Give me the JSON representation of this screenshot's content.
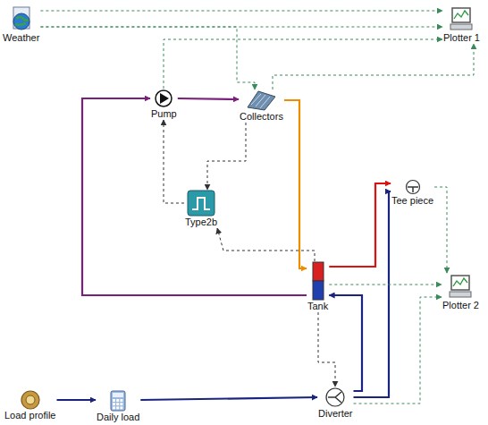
{
  "diagram": {
    "nodes": [
      {
        "text": [
          "Weather"
        ]
      },
      {
        "text": [
          "Plotter 1"
        ]
      },
      {
        "text": [
          "Pump"
        ]
      },
      {
        "text": [
          "Collectors"
        ]
      },
      {
        "text": [
          "Type2b"
        ]
      },
      {
        "text": [
          "Tank"
        ]
      },
      {
        "text": [
          "Tee piece"
        ]
      },
      {
        "text": [
          "Plotter 2"
        ]
      },
      {
        "text": [
          "Load profile"
        ]
      },
      {
        "text": [
          "Daily load"
        ]
      },
      {
        "text": [
          "Diverter"
        ]
      }
    ],
    "edges": [
      {
        "from": 0,
        "to": 1,
        "arrow": "to"
      },
      {
        "from": 0,
        "to": 1,
        "arrow": "to"
      },
      {
        "from": 0,
        "to": 3,
        "arrow": "to"
      },
      {
        "from": 3,
        "to": 1,
        "arrow": "to"
      },
      {
        "from": 2,
        "to": 1,
        "arrow": "to"
      },
      {
        "from": 2,
        "to": 3,
        "arrow": "to"
      },
      {
        "from": 3,
        "to": 5,
        "arrow": "to"
      },
      {
        "from": 5,
        "to": 2,
        "arrow": "to"
      },
      {
        "from": 4,
        "to": 2,
        "arrow": "to"
      },
      {
        "from": 3,
        "to": 4,
        "arrow": "to"
      },
      {
        "from": 5,
        "to": 4,
        "arrow": "to"
      },
      {
        "from": 5,
        "to": 6,
        "arrow": "to"
      },
      {
        "from": 10,
        "to": 6,
        "arrow": "to"
      },
      {
        "from": 10,
        "to": 5,
        "arrow": "to"
      },
      {
        "from": 5,
        "to": 10,
        "arrow": "to"
      },
      {
        "from": 8,
        "to": 9,
        "arrow": "to"
      },
      {
        "from": 9,
        "to": 10,
        "arrow": "to"
      },
      {
        "from": 6,
        "to": 7,
        "arrow": "to"
      },
      {
        "from": 5,
        "to": 7,
        "arrow": "to"
      },
      {
        "from": 10,
        "to": 7,
        "arrow": "to"
      }
    ]
  }
}
